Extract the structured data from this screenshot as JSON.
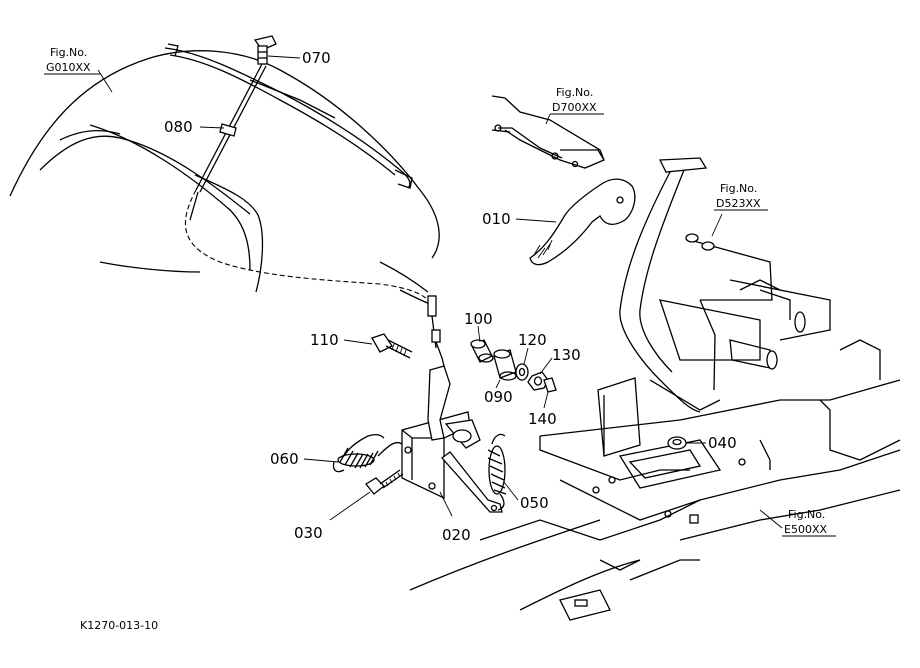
{
  "parts": {
    "p010": "010",
    "p020": "020",
    "p030": "030",
    "p040": "040",
    "p050": "050",
    "p060": "060",
    "p070": "070",
    "p080": "080",
    "p090": "090",
    "p100": "100",
    "p110": "110",
    "p120": "120",
    "p130": "130",
    "p140": "140"
  },
  "figrefs": {
    "g010": {
      "line1": "Fig.No.",
      "line2": "G010XX"
    },
    "d700": {
      "line1": "Fig.No.",
      "line2": "D700XX"
    },
    "d523": {
      "line1": "Fig.No.",
      "line2": "D523XX"
    },
    "e500": {
      "line1": "Fig.No.",
      "line2": "E500XX"
    }
  },
  "drawing_id": "K1270-013-10"
}
